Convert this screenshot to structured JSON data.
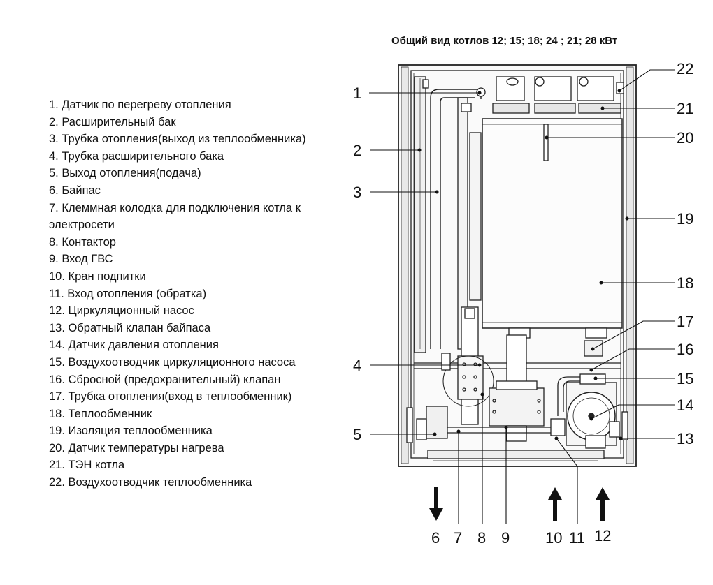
{
  "title": "Общий вид котлов 12; 15; 18; 24 ; 21; 28 кВт",
  "legend": [
    "1. Датчик по перегреву отопления",
    "2. Расширительный бак",
    "3. Трубка отопления(выход из теплообменника)",
    "4. Трубка расширительного бака",
    "5. Выход отопления(подача)",
    "6. Байпас",
    "7. Клеммная колодка для подключения котла к электросети",
    "8. Контактор",
    "9. Вход ГВС",
    "10. Кран подпитки",
    "11. Вход отопления (обратка)",
    "12. Циркуляционный насос",
    "13. Обратный клапан байпаса",
    "14. Датчик давления отопления",
    "15. Воздухоотводчик циркуляционного насоса",
    "16. Сбросной (предохранительный) клапан",
    "17. Трубка отопления(вход в теплообменник)",
    "18. Теплообменник",
    "19. Изоляция теплообменника",
    "20. Датчик температуры нагрева",
    "21. ТЭН котла",
    "22. Воздухоотводчик теплообменника"
  ],
  "callouts": {
    "c1": "1",
    "c2": "2",
    "c3": "3",
    "c4": "4",
    "c5": "5",
    "c6": "6",
    "c7": "7",
    "c8": "8",
    "c9": "9",
    "c10": "10",
    "c11": "11",
    "c12": "12",
    "c13": "13",
    "c14": "14",
    "c15": "15",
    "c16": "16",
    "c17": "17",
    "c18": "18",
    "c19": "19",
    "c20": "20",
    "c21": "21",
    "c22": "22"
  }
}
